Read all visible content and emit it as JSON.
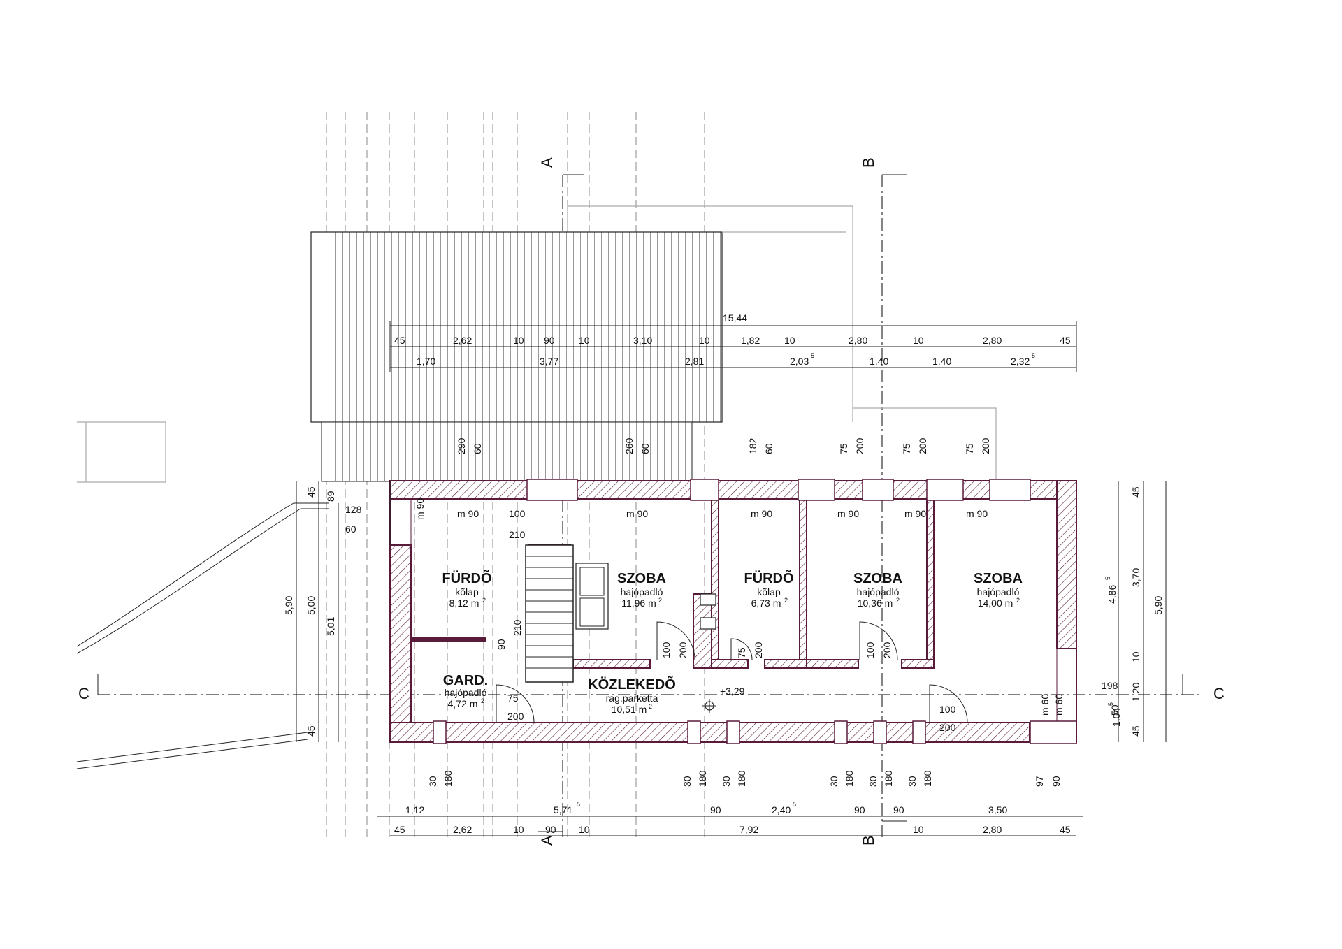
{
  "sections": {
    "a_top": "A",
    "a_bottom": "A",
    "b_top": "B",
    "b_bottom": "B",
    "c_left": "C",
    "c_right": "C"
  },
  "rooms": {
    "furdo1": {
      "name": "FÜRDÕ",
      "floor": "kõlap",
      "area": "8,12 m",
      "sup": "2"
    },
    "szoba1": {
      "name": "SZOBA",
      "floor": "hajópadló",
      "area": "11,96 m",
      "sup": "2"
    },
    "furdo2": {
      "name": "FÜRDÕ",
      "floor": "kõlap",
      "area": "6,73 m",
      "sup": "2"
    },
    "szoba2": {
      "name": "SZOBA",
      "floor": "hajópadló",
      "area": "10,36 m",
      "sup": "2"
    },
    "szoba3": {
      "name": "SZOBA",
      "floor": "hajópadló",
      "area": "14,00 m",
      "sup": "2"
    },
    "gard": {
      "name": "GARD.",
      "floor": "hajópadló",
      "area": "4,72 m",
      "sup": "2"
    },
    "kozlekedo": {
      "name": "KÖZLEKEDÕ",
      "floor": "rag.parketta",
      "area": "10,51 m",
      "sup": "2"
    }
  },
  "level": "+3,29",
  "dims_top": {
    "total": "15,44",
    "row1": [
      "45",
      "2,62",
      "10",
      "90",
      "10",
      "3,10",
      "10",
      "1,82",
      "10",
      "2,80",
      "10",
      "2,80",
      "45"
    ],
    "row2": [
      "1,70",
      "3,77",
      "2,81",
      "2,03",
      "5",
      "1,40",
      "1,40",
      "2,32",
      "5"
    ],
    "win_w": [
      "290",
      "60",
      "260",
      "60",
      "182",
      "60",
      "75",
      "200",
      "75",
      "200",
      "75",
      "200"
    ]
  },
  "dims_bottom": {
    "row1": [
      "1,12",
      "5,71",
      "5",
      "90",
      "2,40",
      "5",
      "90",
      "90",
      "3,50"
    ],
    "row2": [
      "45",
      "2,62",
      "10",
      "90",
      "10",
      "7,92",
      "10",
      "2,80",
      "45"
    ],
    "win": [
      "30",
      "180",
      "30",
      "180",
      "30",
      "180",
      "30",
      "180",
      "30",
      "180",
      "30",
      "180",
      "97",
      "90"
    ]
  },
  "dims_left": {
    "outer": "5,90",
    "mid": "5,00",
    "inner": "5,01",
    "top": "45",
    "bottom": "45",
    "small": "89",
    "stair": "128",
    "stair2": "60"
  },
  "dims_right": {
    "h1": "45",
    "h2": "3,70",
    "h3": "10",
    "h4": "1,20",
    "h5": "1,04",
    "h6": "5",
    "h7": "45",
    "total": "5,90",
    "inner": "4,86",
    "inner_sup": "5",
    "note": "198",
    "note2": "50"
  },
  "doors": {
    "m90": "m 90",
    "m60": "m 60",
    "d100": "100",
    "d210": "210",
    "d90": "90",
    "d75": "75",
    "d200": "200",
    "d120": "100"
  }
}
